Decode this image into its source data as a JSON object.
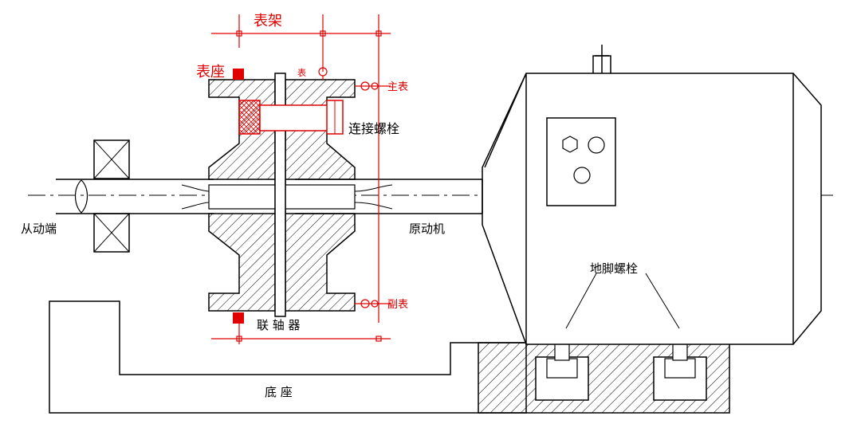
{
  "labels": {
    "bracket": "表架",
    "indicator_base": "表座",
    "dial": "表",
    "main_gauge": "主表",
    "aux_gauge": "副表",
    "connecting_bolt": "连接螺栓",
    "driven_end": "从动端",
    "prime_mover": "原动机",
    "anchor_bolt": "地脚螺栓",
    "coupling": "联 轴 器",
    "base": "底 座"
  },
  "colors": {
    "line": "#000000",
    "annotation": "#e00000",
    "indicator_fill": "#e00000"
  }
}
